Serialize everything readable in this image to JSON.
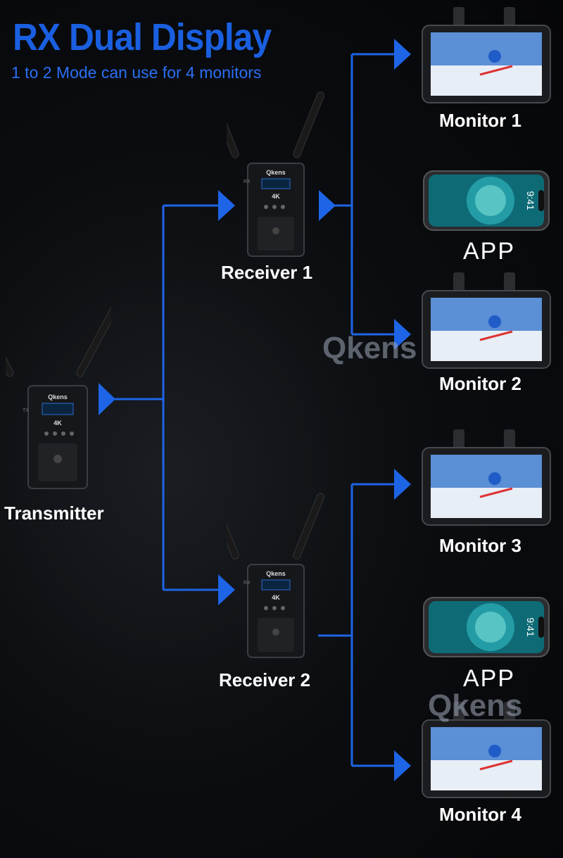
{
  "header": {
    "title": "RX Dual Display",
    "subtitle": "1 to 2 Mode can use for 4 monitors"
  },
  "watermark": "Qkens",
  "devices": {
    "transmitter": {
      "label": "Transmitter",
      "brand": "Qkens",
      "badge": "4K",
      "side_text": "TX"
    },
    "receiver1": {
      "label": "Receiver 1",
      "brand": "Qkens",
      "badge": "4K",
      "side_text": "RX"
    },
    "receiver2": {
      "label": "Receiver 2",
      "brand": "Qkens",
      "badge": "4K",
      "side_text": "RX"
    }
  },
  "outputs": {
    "monitor1": "Monitor 1",
    "app1": "APP",
    "monitor2": "Monitor 2",
    "monitor3": "Monitor 3",
    "app2": "APP",
    "monitor4": "Monitor 4"
  },
  "phone_time": "9:41",
  "colors": {
    "accent": "#1a5fe0",
    "line": "#1e64e6",
    "text": "#ffffff",
    "background": "#07090c"
  }
}
